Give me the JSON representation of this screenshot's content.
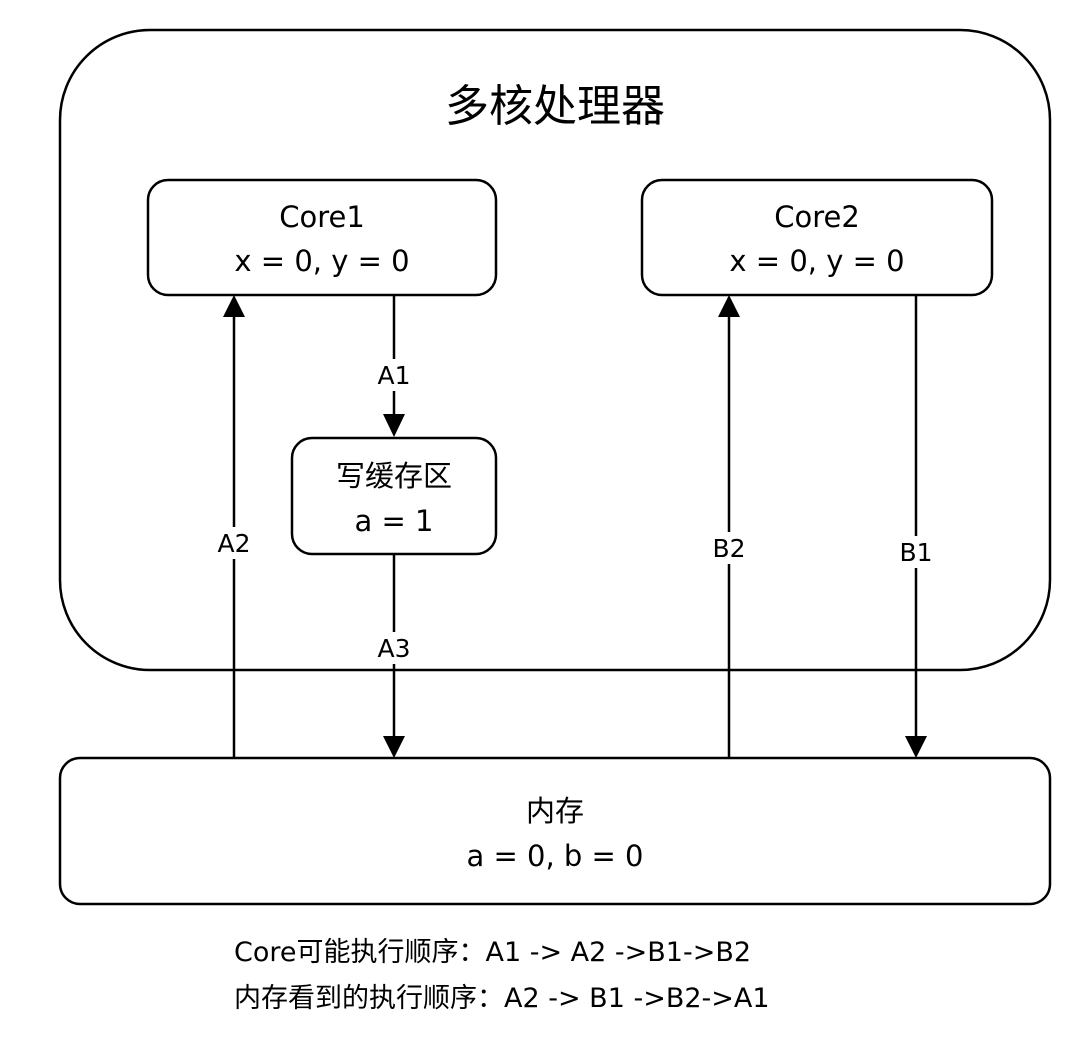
{
  "title": "多核处理器",
  "core1": {
    "name": "Core1",
    "state": "x = 0, y = 0"
  },
  "core2": {
    "name": "Core2",
    "state": "x = 0, y = 0"
  },
  "write_buffer": {
    "name": "写缓存区",
    "state": "a = 1"
  },
  "memory": {
    "name": "内存",
    "state": "a = 0,  b = 0"
  },
  "arrows": {
    "a1": "A1",
    "a2": "A2",
    "a3": "A3",
    "b1": "B1",
    "b2": "B2"
  },
  "notes": {
    "core_order": "Core可能执行顺序：A1 -> A2 ->B1->B2",
    "memory_order": "内存看到的执行顺序：A2 -> B1 ->B2->A1"
  }
}
